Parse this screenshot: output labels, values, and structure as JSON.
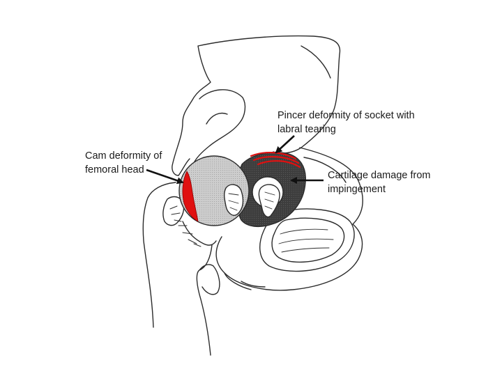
{
  "labels": {
    "pincer": {
      "line1": "Pincer deformity of socket with",
      "line2": "labral tearing"
    },
    "cam": {
      "line1": "Cam deformity of",
      "line2": "femoral head"
    },
    "cartilage": {
      "line1": "Cartilage damage from",
      "line2": "impingement"
    }
  },
  "colors": {
    "outline": "#2b2b2b",
    "femoral_head": "#c8c8c8",
    "socket": "#3c3c3c",
    "damage": "#e01010",
    "background": "#ffffff"
  }
}
